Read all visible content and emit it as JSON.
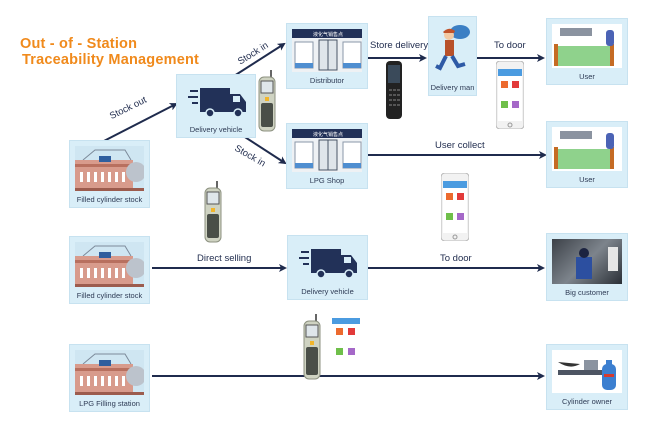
{
  "title": {
    "line1": "Out - of - Station",
    "line2": "Traceability Management"
  },
  "colors": {
    "title": "#f08a1c",
    "arrow": "#1f2b4d",
    "node_bg": "#d9eef8"
  },
  "nodes": {
    "filled_stock_1": "Filled cylinder stock",
    "filled_stock_2": "Filled cylinder stock",
    "filling_station": "LPG Filling station",
    "delivery_vehicle_1": "Delivery vehicle",
    "delivery_vehicle_2": "Delivery vehicle",
    "distributor": "Distributor",
    "lpg_shop": "LPG Shop",
    "delivery_man": "Delivery man",
    "user_1": "User",
    "user_2": "User",
    "big_customer": "Big customer",
    "cylinder_owner": "Cylinder owner"
  },
  "shop_sign": "液化气销售点",
  "edges": {
    "stock_out": "Stock out",
    "stock_in_1": "Stock in",
    "stock_in_2": "Stock in",
    "store_delivery": "Store delivery",
    "to_door_1": "To door",
    "user_collect": "User collect",
    "direct_selling": "Direct selling",
    "to_door_2": "To door"
  }
}
